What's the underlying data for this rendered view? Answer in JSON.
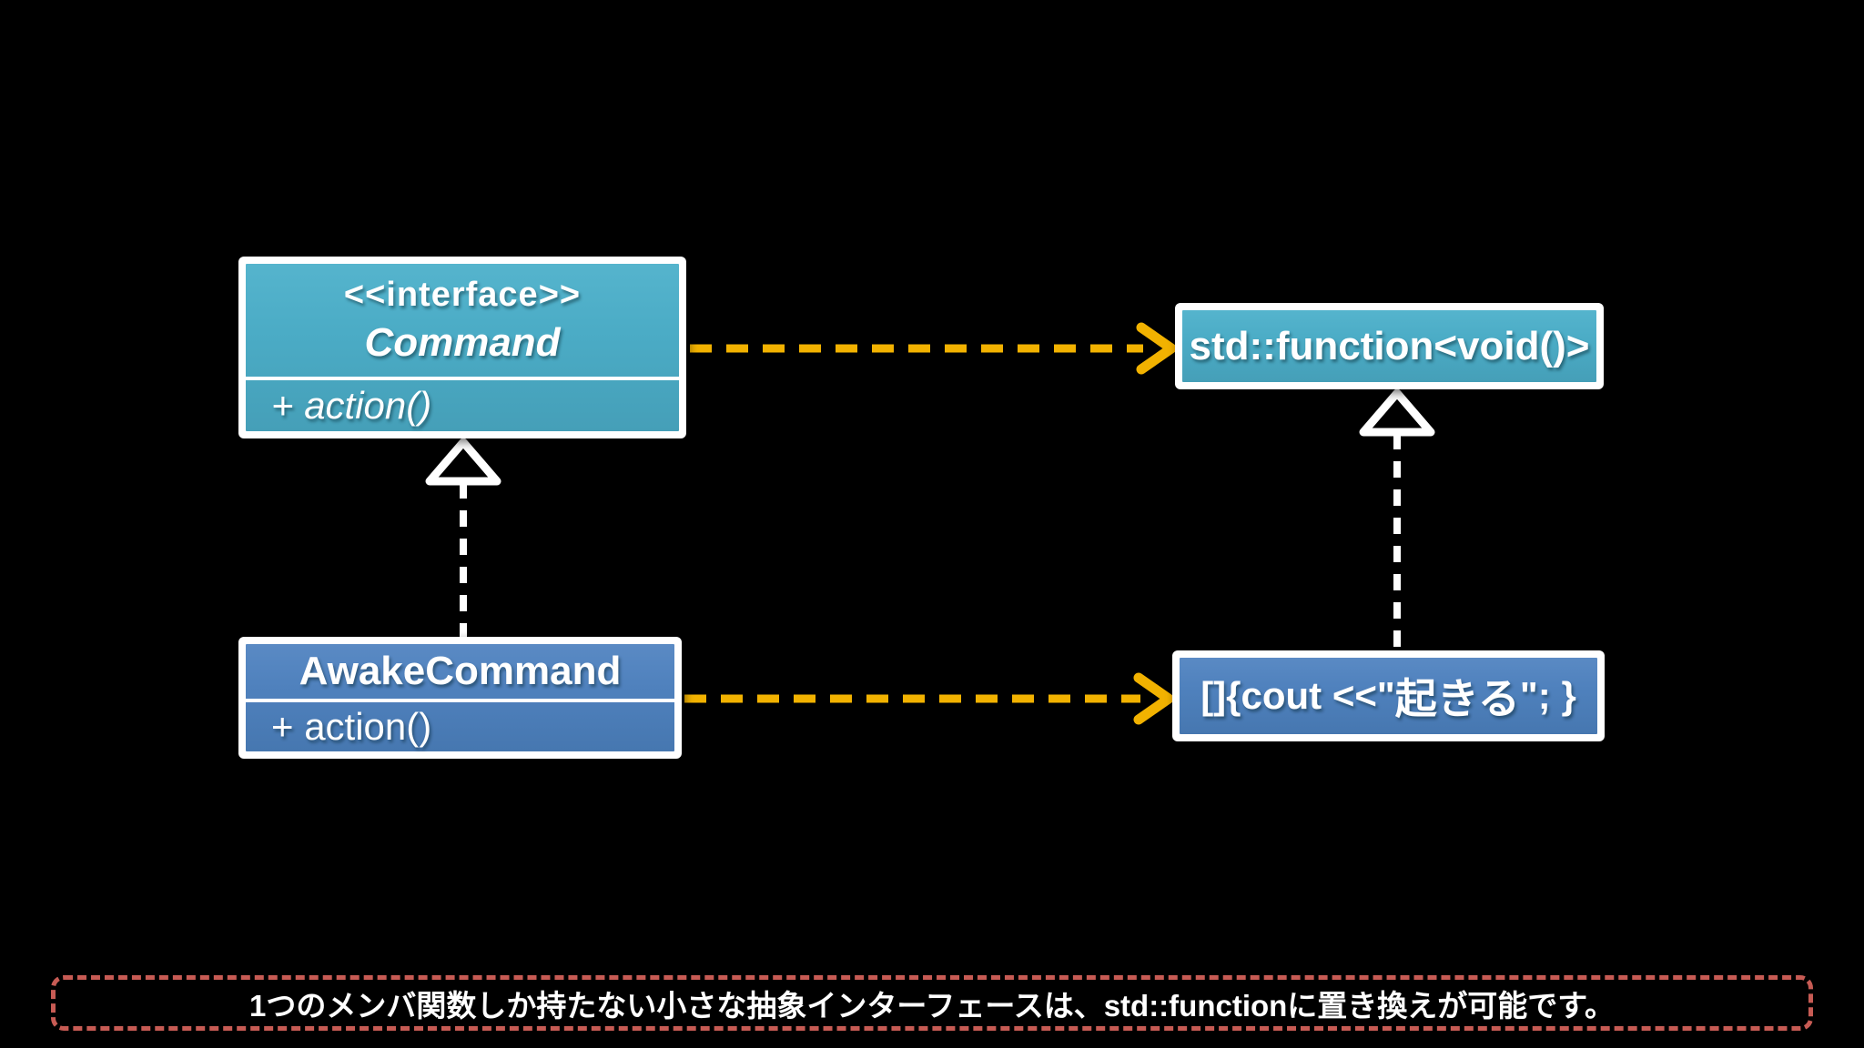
{
  "boxes": {
    "command": {
      "stereotype": "<<interface>>",
      "name": "Command",
      "member": "+ action()"
    },
    "awake": {
      "name": "AwakeCommand",
      "member": "+ action()"
    },
    "std_function": {
      "label": "std::function<void()>"
    },
    "lambda": {
      "prefix": "[]{cout <<\"",
      "emphasis": "起きる",
      "suffix": "\"; }"
    }
  },
  "note": {
    "text": "1つのメンバ関数しか持たない小さな抽象インターフェースは、std::functionに置き換えが可能です。"
  },
  "colors": {
    "background": "#000000",
    "interface_fill": "#4BACC6",
    "class_fill": "#4F81BD",
    "box_border": "#FFFFFF",
    "dependency_arrow": "#F2B200",
    "realization_arrow": "#FFFFFF",
    "note_border": "#C75B54",
    "text": "#FFFFFF"
  }
}
